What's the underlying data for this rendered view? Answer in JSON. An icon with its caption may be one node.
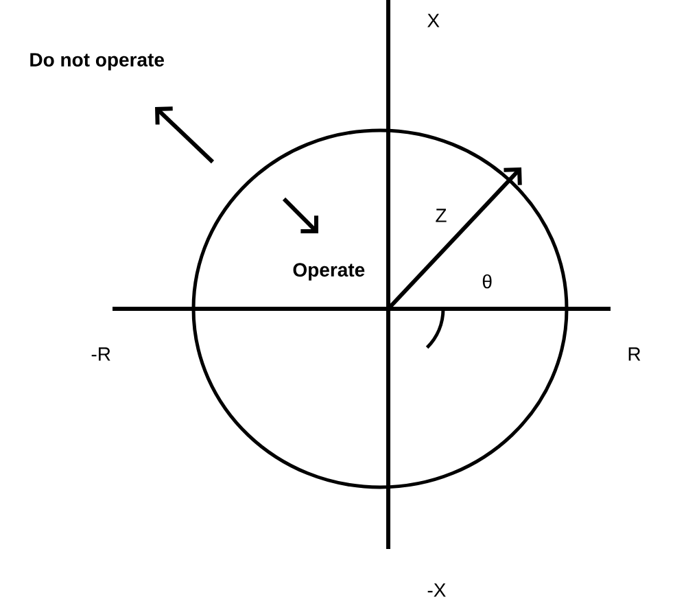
{
  "diagram": {
    "labels": [
      "X",
      "Do not operate",
      "Z",
      "Operate",
      "θ",
      "-R",
      "R",
      "-X"
    ]
  }
}
